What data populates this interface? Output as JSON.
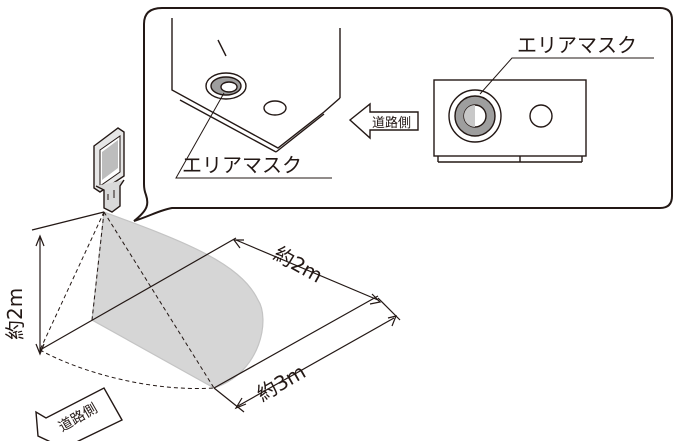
{
  "callout": {
    "mask_label_top": "エリアマスク",
    "mask_label_bottom": "エリアマスク",
    "road_side_arrow_label": "道路側"
  },
  "dimensions": {
    "height": "約2m",
    "depth": "約2m",
    "width": "約3m"
  },
  "ground": {
    "road_side_arrow_label": "道路側"
  },
  "colors": {
    "line": "#231815",
    "detection_area": "#d6d6d6",
    "mask_ring": "#9e9e9e"
  }
}
